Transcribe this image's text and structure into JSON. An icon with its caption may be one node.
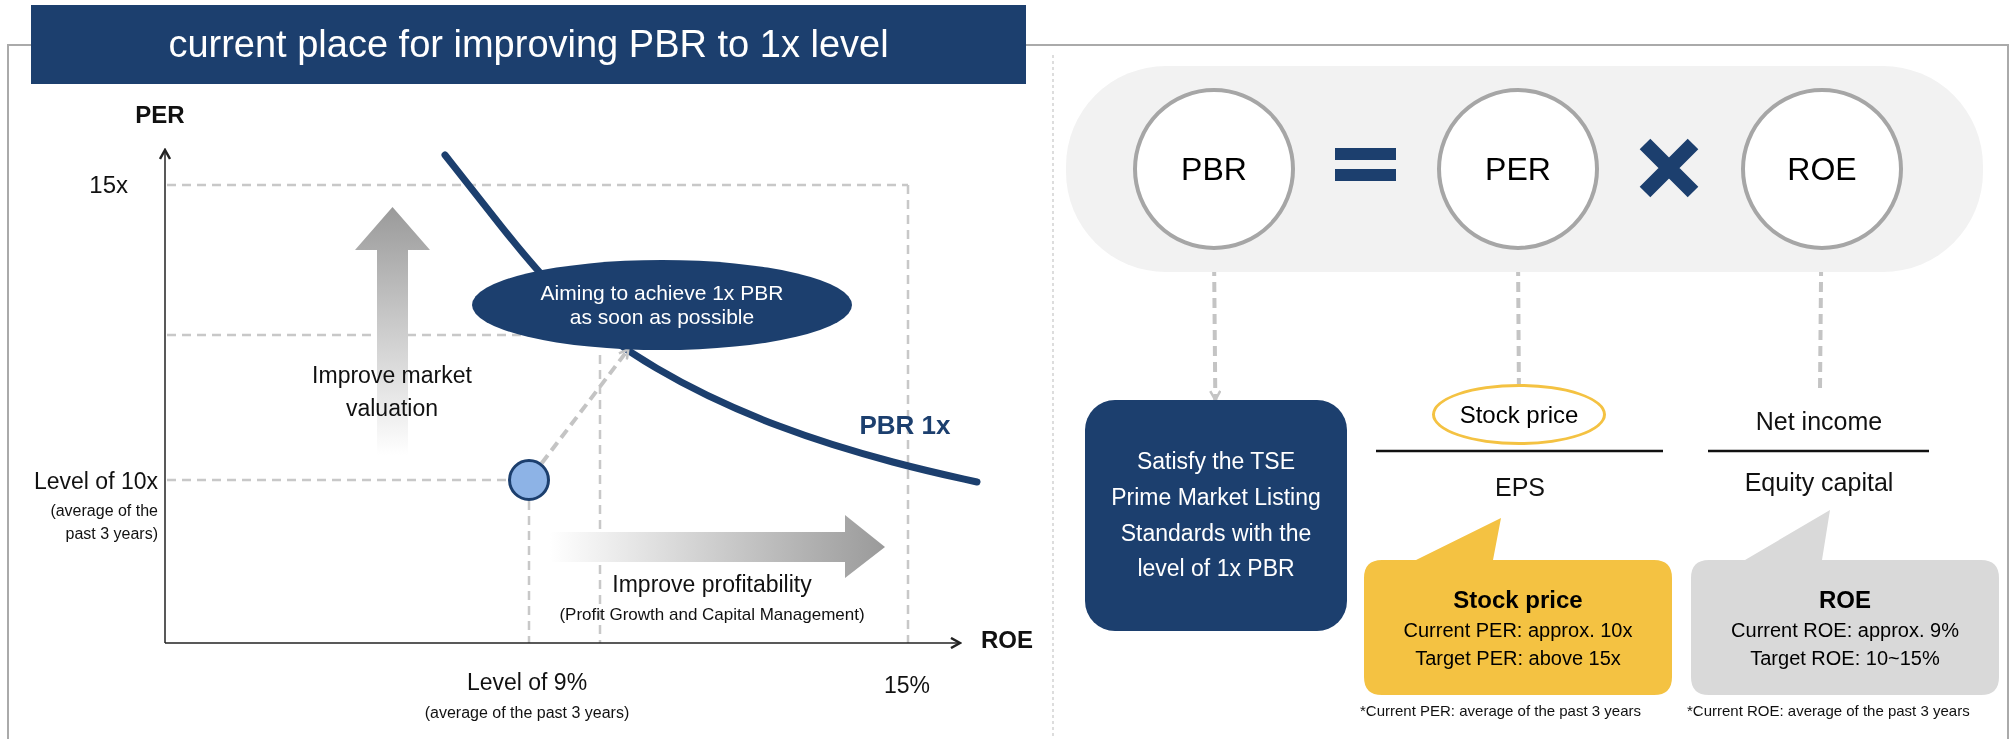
{
  "diagram": {
    "title": "current place for improving PBR to 1x level",
    "nodes": [
      {
        "text": [
          "Aiming to achieve 1x PBR as soon as possible"
        ]
      },
      {
        "text": [],
        "shape": "circle"
      },
      {
        "text": [],
        "shape": "box"
      },
      {
        "text": [
          "PBR"
        ],
        "in": 2
      },
      {
        "text": [
          "PER"
        ],
        "in": 2
      },
      {
        "text": [
          "ROE"
        ],
        "in": 2
      },
      {
        "text": [
          "Satisfy the TSE Prime Market Listing Standards with the level of 1x PBR"
        ]
      },
      {
        "text": [
          "Stock price"
        ]
      },
      {
        "text": [
          "Stock price",
          "Current PER: approx. 10x",
          "Target PER: above 15x"
        ],
        "beside": [
          "*Current PER: average of the past 3 years"
        ]
      },
      {
        "text": [
          "ROE",
          "Current ROE: approx. 9%",
          "Target ROE: 10~15%"
        ],
        "beside": [
          "*Current ROE: average of the past 3 years"
        ]
      }
    ],
    "edges": [
      {
        "from": 1,
        "to": 0,
        "arrow": "to",
        "style": "dashed"
      },
      {
        "from": 3,
        "to": 6,
        "arrow": "to",
        "style": "dashed"
      },
      {
        "from": 4,
        "to": 7,
        "arrow": "none",
        "style": "dashed"
      },
      {
        "from": 5,
        "to": null,
        "arrow": "none",
        "style": "dashed"
      }
    ],
    "labels": [
      "PER",
      "15x",
      "Improve market valuation",
      "PBR 1x",
      "Level of 10x",
      "(average of the past 3 years)",
      "Improve profitability",
      "(Profit Growth and Capital Management)",
      "ROE",
      "Level of 9%",
      "(average of the past 3 years)",
      "15%",
      "EPS",
      "Net income",
      "Equity capital"
    ]
  }
}
